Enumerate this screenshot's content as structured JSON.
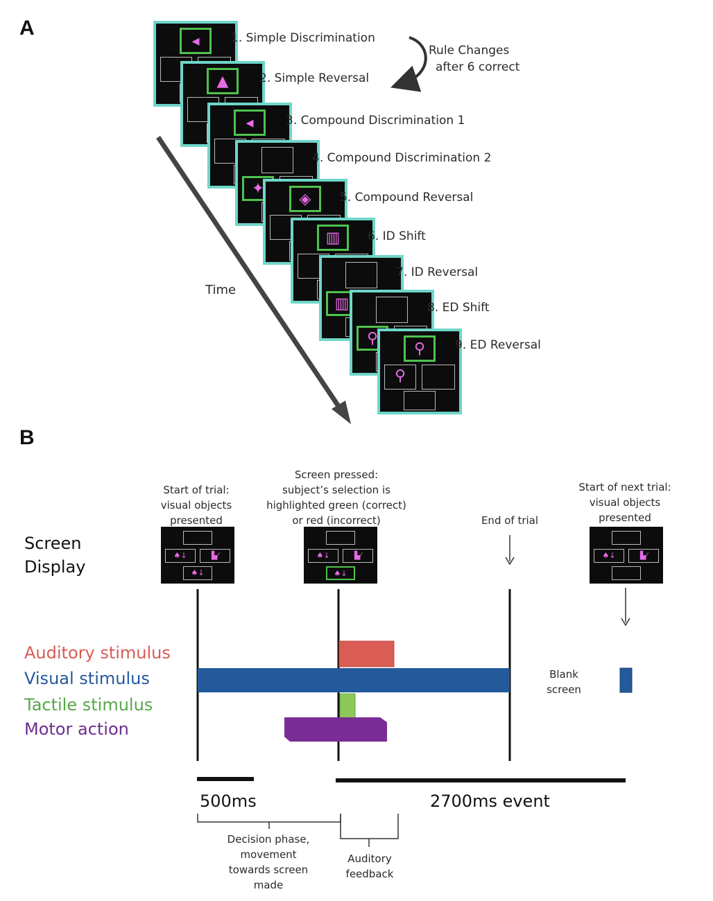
{
  "panel_a": {
    "label": "A",
    "stages": [
      "1. Simple Discrimination",
      "2. Simple Reversal",
      "3. Compound Discrimination 1",
      "4. Compound Discrimination 2",
      "5. Compound Reversal",
      "6. ID Shift",
      "7. ID Reversal",
      "8. ED Shift",
      "9. ED Reversal"
    ],
    "rule_change_line1": "Rule Changes",
    "rule_change_line2": "after 6 correct",
    "time_label": "Time"
  },
  "panel_b": {
    "label": "B",
    "screen_display_line1": "Screen",
    "screen_display_line2": "Display",
    "start_trial": [
      "Start of trial:",
      "visual objects",
      "presented"
    ],
    "screen_pressed": [
      "Screen pressed:",
      "subject’s selection is",
      "highlighted green (correct)",
      "or red (incorrect)"
    ],
    "end_trial": "End of trial",
    "next_trial": [
      "Start of next trial:",
      "visual objects",
      "presented"
    ],
    "rows": [
      {
        "label": "Auditory stimulus",
        "color": "#d95c55"
      },
      {
        "label": "Visual stimulus",
        "color": "#245a9b"
      },
      {
        "label": "Tactile stimulus",
        "color": "#55a847"
      },
      {
        "label": "Motor action",
        "color": "#6b2e8f"
      }
    ],
    "blank_screen": [
      "Blank",
      "screen"
    ],
    "scale_500": "500ms",
    "scale_2700": "2700ms event",
    "decision_phase": [
      "Decision phase,",
      "movement",
      "towards screen",
      "made"
    ],
    "auditory_feedback": [
      "Auditory",
      "feedback"
    ]
  },
  "colors": {
    "screen_border": "#6fd6c8",
    "correct_highlight": "#4ec24e",
    "stimulus_magenta": "#e76be7",
    "auditory_bar": "#d95c55",
    "visual_bar": "#245a9b",
    "tactile_bar": "#8ec85a",
    "motor_bar": "#7b2d96"
  },
  "icons": {
    "stimulus_shape": "magenta-shape-icon",
    "arrow": "curved-arrow-icon"
  }
}
